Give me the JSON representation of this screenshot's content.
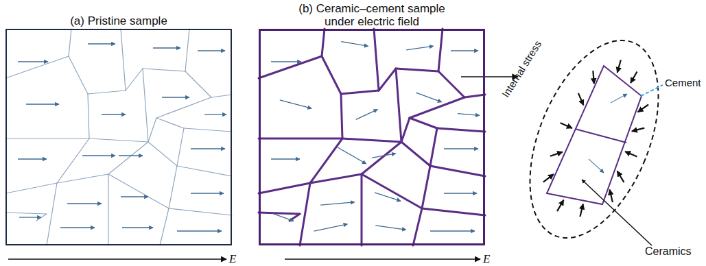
{
  "diagram": {
    "nodes": [
      {
        "text": [
          "(a) Pristine sample"
        ]
      },
      {
        "text": [
          "(b) Ceramic–cement sample under electric field"
        ]
      }
    ],
    "labels": [
      "E",
      "E",
      "Internal stress",
      "Cement",
      "Ceramics"
    ]
  }
}
